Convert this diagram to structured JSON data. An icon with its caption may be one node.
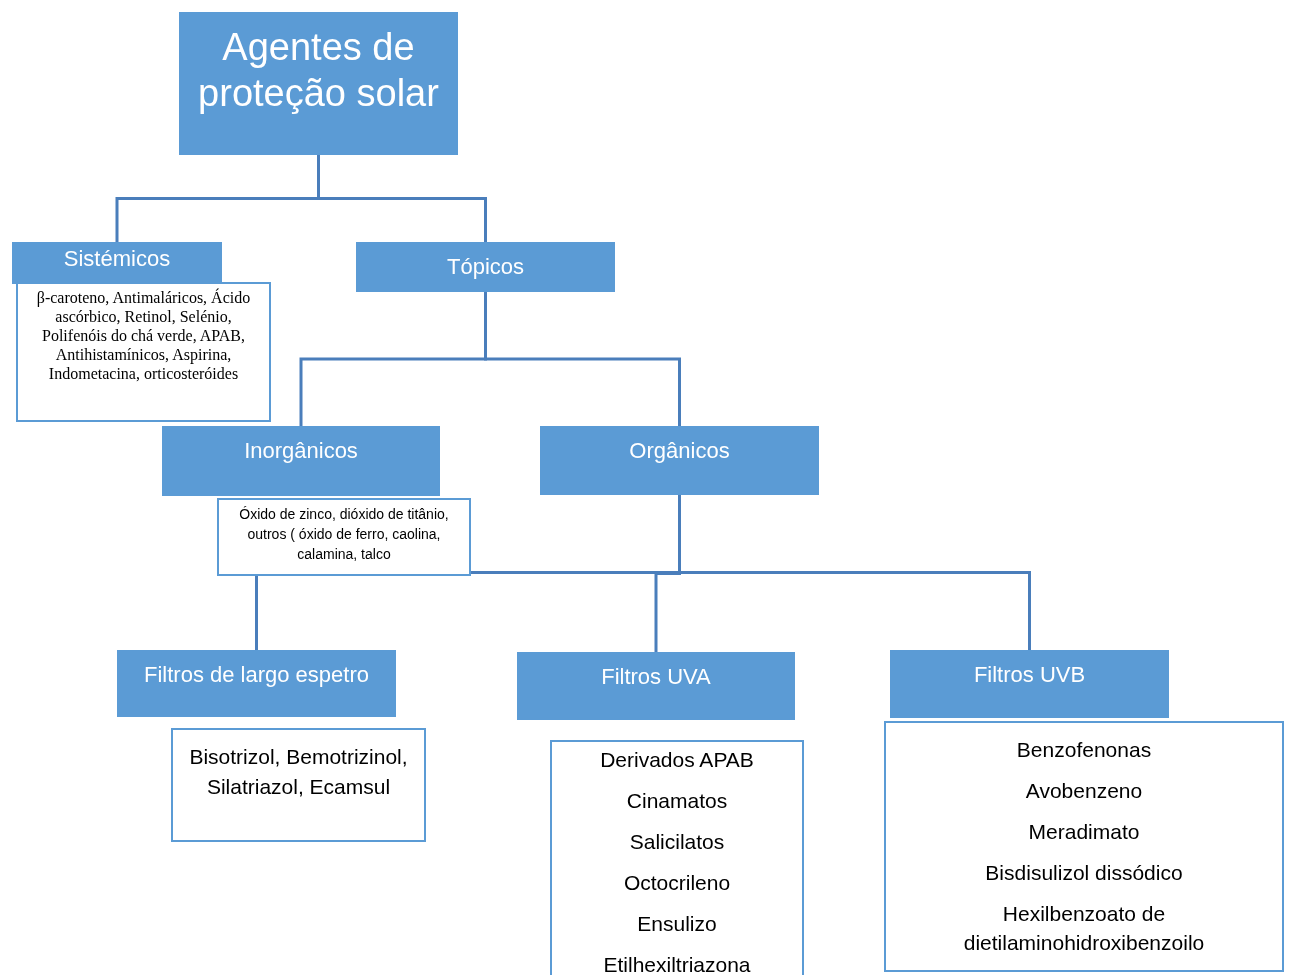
{
  "diagram": {
    "nodes": [
      {
        "text": [
          "Agentes de proteção solar"
        ]
      },
      {
        "text": [
          "Sistémicos"
        ]
      },
      {
        "text": [
          "β-caroteno, Antimaláricos, Ácido ascórbico, Retinol, Selénio, Polifenóis do chá verde, APAB, Antihistamínicos, Aspirina, Indometacina, orticosteróides"
        ]
      },
      {
        "text": [
          "Tópicos"
        ]
      },
      {
        "text": [
          "Inorgânicos"
        ]
      },
      {
        "text": [
          "Óxido de zinco, dióxido de titânio, outros ( óxido de ferro, caolina, calamina, talco"
        ]
      },
      {
        "text": [
          "Orgânicos"
        ]
      },
      {
        "text": [
          "Filtros de largo espetro"
        ]
      },
      {
        "text": [
          "Bisotrizol, Bemotrizinol, Silatriazol, Ecamsul"
        ]
      },
      {
        "text": [
          "Filtros UVA"
        ]
      },
      {
        "text": [
          "Derivados APAB",
          "Cinamatos",
          "Salicilatos",
          "Octocrileno",
          "Ensulizo",
          "Etilhexiltriazona"
        ]
      },
      {
        "text": [
          "Filtros UVB"
        ]
      },
      {
        "text": [
          "Benzofenonas",
          "Avobenzeno",
          "Meradimato",
          "Bisdisulizol dissódico",
          "Hexilbenzoato de dietilaminohidroxibenzoilo"
        ]
      }
    ],
    "edges": [
      {
        "from": 0,
        "to": 1,
        "arrow": "none"
      },
      {
        "from": 0,
        "to": 3,
        "arrow": "none"
      },
      {
        "from": 3,
        "to": 4,
        "arrow": "none"
      },
      {
        "from": 3,
        "to": 6,
        "arrow": "none"
      },
      {
        "from": 6,
        "to": 7,
        "arrow": "none"
      },
      {
        "from": 6,
        "to": 9,
        "arrow": "none"
      },
      {
        "from": 6,
        "to": 11,
        "arrow": "none"
      }
    ]
  }
}
